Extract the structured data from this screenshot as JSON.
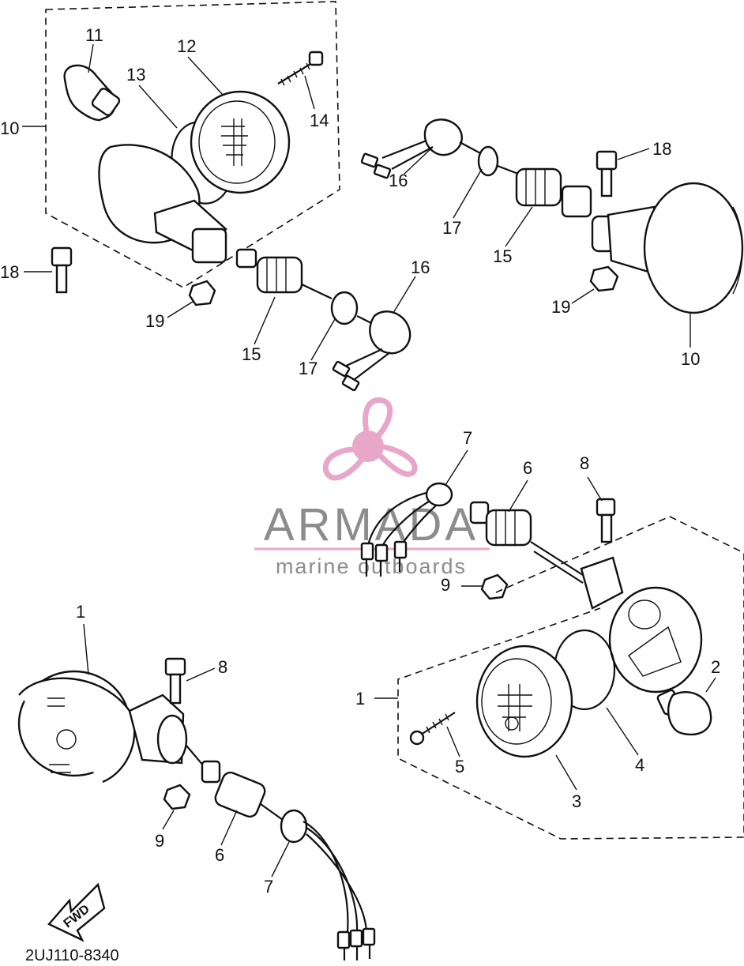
{
  "drawing_code": "2UJ110-8340",
  "fwd_label": "FWD",
  "watermark": {
    "brand": "ARMADA",
    "tagline": "marine outboards",
    "color": "#e8a7c9",
    "text_color": "#8c8c8c"
  },
  "callouts": [
    "11",
    "12",
    "13",
    "14",
    "10",
    "18",
    "16",
    "17",
    "15",
    "19",
    "18",
    "16",
    "17",
    "15",
    "19",
    "10",
    "7",
    "6",
    "8",
    "9",
    "1",
    "8",
    "2",
    "1",
    "5",
    "4",
    "3",
    "9",
    "6",
    "7"
  ]
}
